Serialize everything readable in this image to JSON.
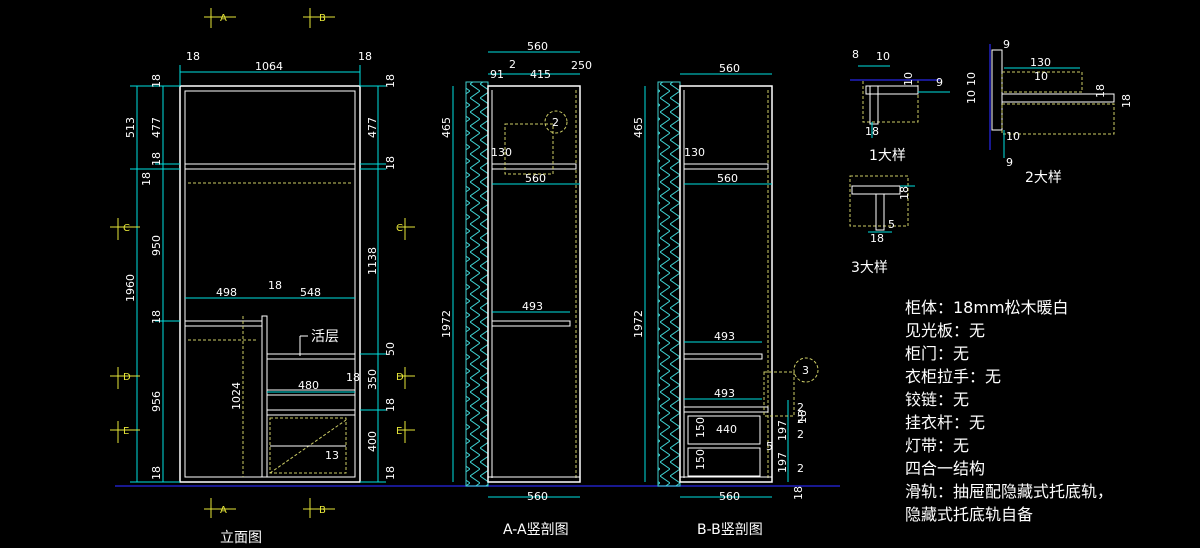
{
  "colors": {
    "background": "#000000",
    "cabinet": "#ffffff",
    "dimension": "#00e0e0",
    "section_mark": "#e6e639",
    "wall_hatch": "#3fd0d0",
    "floor_line": "#2020c0",
    "dashed": "#cccc66"
  },
  "views": {
    "elevation": {
      "caption": "立面图",
      "section_marks": [
        "A",
        "B",
        "C",
        "D",
        "E"
      ],
      "dims_top": [
        "18",
        "1064",
        "18"
      ],
      "dims_left": [
        "18",
        "513",
        "477",
        "18",
        "18",
        "950",
        "1960",
        "18",
        "956",
        "1024",
        "18"
      ],
      "dims_right": [
        "18",
        "477",
        "18",
        "1138",
        "50",
        "350",
        "18",
        "400",
        "18"
      ],
      "dims_inner": [
        "498",
        "18",
        "548",
        "480",
        "18",
        "13"
      ],
      "note_active_shelf": "活层"
    },
    "section_aa": {
      "caption": "A-A竖剖图",
      "dims_top": [
        "560",
        "91",
        "2",
        "415",
        "2",
        "50"
      ],
      "dims_left": [
        "465",
        "1972"
      ],
      "dims_inner": [
        "130",
        "560",
        "493"
      ],
      "dims_bottom": [
        "560"
      ],
      "callout": "2"
    },
    "section_bb": {
      "caption": "B-B竖剖图",
      "dims_top": [
        "560"
      ],
      "dims_left": [
        "465",
        "1972"
      ],
      "dims_inner": [
        "130",
        "560",
        "493",
        "493",
        "440",
        "150",
        "150"
      ],
      "dims_right": [
        "2",
        "197",
        "2",
        "2",
        "197",
        "2",
        "18",
        "18"
      ],
      "dims_bottom": [
        "560"
      ],
      "callout": "3"
    },
    "detail_1": {
      "caption": "1大样",
      "dims": [
        "8",
        "10",
        "10",
        "9",
        "18"
      ]
    },
    "detail_2": {
      "caption": "2大样",
      "dims": [
        "9",
        "130",
        "10",
        "10",
        "10",
        "18",
        "18",
        "10",
        "9"
      ]
    },
    "detail_3": {
      "caption": "3大样",
      "dims": [
        "18",
        "18",
        "5"
      ]
    }
  },
  "notes": [
    "柜体：18mm松木暖白",
    "见光板：无",
    "柜门：无",
    "衣柜拉手：无",
    "铰链：无",
    "挂衣杆：无",
    "灯带：无",
    "四合一结构",
    "滑轨：抽屉配隐藏式托底轨，",
    "隐藏式托底轨自备"
  ]
}
